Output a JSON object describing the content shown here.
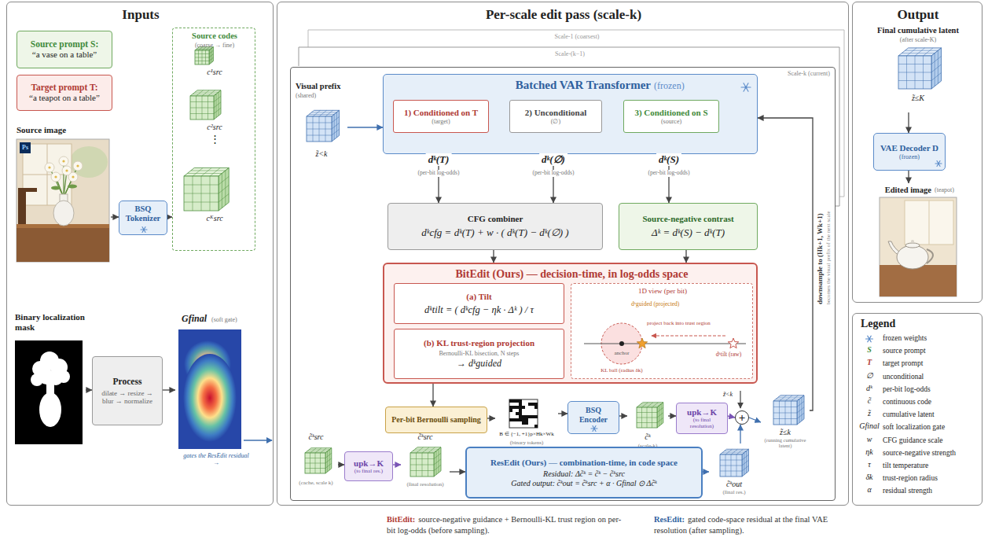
{
  "diagram": {
    "nodes": [
      {
        "text": [
          "Inputs"
        ]
      },
      {
        "text": [
          "Source prompt S:",
          "“a vase on a table”"
        ],
        "in": 0
      },
      {
        "text": [
          "Target prompt T:",
          "“a teapot on a table”"
        ],
        "in": 0
      },
      {
        "text": [
          "Source image",
          "Ps"
        ],
        "in": 0
      },
      {
        "text": [
          "BSQ Tokenizer"
        ],
        "in": 0
      },
      {
        "text": [
          "Source codes",
          "(coarse → fine)",
          "c¹src",
          "c²src",
          "⋮",
          "cᴷsrc"
        ],
        "in": 0
      },
      {
        "text": [
          "Binary localization mask"
        ],
        "in": 0
      },
      {
        "text": [
          "Process",
          "dilate → resize → blur → normalize"
        ],
        "in": 0
      },
      {
        "text": [
          "Gfinal",
          "(soft gate)",
          "gates the ResEdit residual →"
        ],
        "in": 0
      },
      {
        "text": [
          "Per-scale edit pass (scale-k)"
        ]
      },
      {
        "text": [
          "Scale-1 (coarsest)"
        ],
        "in": 9
      },
      {
        "text": [
          "Scale-(k−1)"
        ],
        "in": 9
      },
      {
        "text": [
          "Scale-k (current)"
        ],
        "in": 9
      },
      {
        "text": [
          "Visual prefix",
          "(shared)",
          "z̃<k"
        ],
        "in": 12
      },
      {
        "text": [
          "Batched VAR Transformer",
          "(frozen)"
        ],
        "in": 12
      },
      {
        "text": [
          "1) Conditioned on T",
          "(target)"
        ],
        "in": 14
      },
      {
        "text": [
          "2) Unconditional",
          "(∅)"
        ],
        "in": 14
      },
      {
        "text": [
          "3) Conditioned on S",
          "(source)"
        ],
        "in": 14
      },
      {
        "text": [
          "CFG combiner",
          "dᵏcfg = dᵏ(T) + w · ( dᵏ(T) − dᵏ(∅) )"
        ],
        "in": 12
      },
      {
        "text": [
          "Source-negative contrast",
          "Δᵏ = dᵏ(S) − dᵏ(T)"
        ],
        "in": 12
      },
      {
        "text": [
          "BitEdit (Ours) — decision-time, in log-odds space"
        ],
        "in": 12
      },
      {
        "text": [
          "(a) Tilt",
          "dᵏtilt = ( dᵏcfg − ηk · Δᵏ ) / τ"
        ],
        "in": 20
      },
      {
        "text": [
          "(b) KL trust-region projection",
          "Bernoulli-KL bisection, N steps",
          "→ dᵏguided"
        ],
        "in": 20
      },
      {
        "text": [
          "1D view (per bit)",
          "dᵏguided (projected)",
          "project back into trust region",
          "dᵏtilt (raw)",
          "anchor",
          "KL ball (radius δk)"
        ],
        "in": 20
      },
      {
        "text": [
          "Per-bit Bernoulli sampling"
        ],
        "in": 12
      },
      {
        "text": [
          "B ∈ {−1, +1}p×Hk×Wk",
          "(binary tokens)"
        ],
        "in": 12
      },
      {
        "text": [
          "BSQ Encoder"
        ],
        "in": 12
      },
      {
        "text": [
          "c̃ᵏ",
          "(scale-k)"
        ],
        "in": 12
      },
      {
        "text": [
          "upk→K",
          "(to final resolution)"
        ],
        "in": 12
      },
      {
        "text": [
          "+"
        ],
        "in": 12
      },
      {
        "text": [
          "z̃≤k",
          "(running cumulative latent)"
        ],
        "in": 12
      },
      {
        "text": [
          "c̃ᵏsrc",
          "(cache, scale k)"
        ],
        "in": 12
      },
      {
        "text": [
          "upk→K",
          "(to final res.)"
        ],
        "in": 12
      },
      {
        "text": [
          "c̃ᵏsrc",
          "(final resolution)"
        ],
        "in": 12
      },
      {
        "text": [
          "ResEdit (Ours) — combination-time, in code space",
          "Residual: Δc̃ᵏ = c̃ᵏ − c̃ᵏsrc",
          "Gated output: c̃ᵏout = c̃ᵏsrc + α · Gfinal ⊙ Δc̃ᵏ"
        ],
        "in": 12
      },
      {
        "text": [
          "c̃ᵏout",
          "(final res.)"
        ],
        "in": 12
      },
      {
        "text": [
          "Output"
        ]
      },
      {
        "text": [
          "Final cumulative latent",
          "(after scale-K)",
          "z̃≤K"
        ],
        "in": 36
      },
      {
        "text": [
          "VAE Decoder D",
          "(frozen)"
        ],
        "in": 36
      },
      {
        "text": [
          "Edited image",
          "(teapot)"
        ],
        "in": 36
      },
      {
        "text": [
          "Legend"
        ]
      }
    ],
    "edges": [
      {
        "from": 3,
        "to": 4,
        "arrow": "to"
      },
      {
        "from": 4,
        "to": 5,
        "arrow": "to"
      },
      {
        "from": 6,
        "to": 7,
        "arrow": "to"
      },
      {
        "from": 7,
        "to": 8,
        "arrow": "to"
      },
      {
        "from": 13,
        "to": 14,
        "arrow": "to"
      },
      {
        "from": 15,
        "to": 18,
        "label": "dᵏ(T)",
        "arrow": "to"
      },
      {
        "from": 16,
        "to": 18,
        "label": "dᵏ(∅)",
        "arrow": "to"
      },
      {
        "from": 17,
        "to": 19,
        "label": "dᵏ(S)",
        "arrow": "to"
      },
      {
        "from": 18,
        "to": 20,
        "arrow": "to"
      },
      {
        "from": 19,
        "to": 20,
        "arrow": "to"
      },
      {
        "from": 20,
        "to": 24,
        "arrow": "to"
      },
      {
        "from": 24,
        "to": 25,
        "arrow": "to"
      },
      {
        "from": 25,
        "to": 26,
        "arrow": "to"
      },
      {
        "from": 26,
        "to": 27,
        "arrow": "to"
      },
      {
        "from": 27,
        "to": 28,
        "arrow": "to"
      },
      {
        "from": 28,
        "to": 29,
        "arrow": "to"
      },
      {
        "from": 29,
        "to": 30,
        "arrow": "to"
      },
      {
        "from": 31,
        "to": 32,
        "arrow": "to"
      },
      {
        "from": 32,
        "to": 33,
        "arrow": "to"
      },
      {
        "from": 33,
        "to": 34,
        "arrow": "to"
      },
      {
        "from": 34,
        "to": 35,
        "arrow": "to"
      },
      {
        "from": 35,
        "to": 29,
        "arrow": "to"
      },
      {
        "from": 30,
        "to": 14,
        "arrow": "to"
      },
      {
        "from": 37,
        "to": 38,
        "arrow": "to"
      },
      {
        "from": 38,
        "to": 39,
        "arrow": "to"
      }
    ],
    "labels": [
      "(per-bit log-odds)",
      "(per-bit log-odds)",
      "(per-bit log-odds)",
      "downsample to (Hk+1, Wk+1)",
      "becomes the visual prefix of the next scale",
      "z̃<k",
      "BitEdit:",
      "source-negative guidance + Bernoulli-KL trust region on per-bit log-odds (before sampling).",
      "ResEdit:",
      "gated code-space residual at the final VAE resolution (after sampling).",
      "S",
      "T",
      "∅",
      "dᵏ",
      "c̃",
      "z̃",
      "Gfinal",
      "w",
      "ηk",
      "τ",
      "δk",
      "α"
    ],
    "legend": [
      {
        "text": "frozen weights"
      },
      {
        "text": "source prompt"
      },
      {
        "text": "target prompt"
      },
      {
        "text": "unconditional"
      },
      {
        "text": "per-bit log-odds"
      },
      {
        "text": "continuous code"
      },
      {
        "text": "cumulative latent"
      },
      {
        "text": "soft localization gate"
      },
      {
        "text": "CFG guidance scale"
      },
      {
        "text": "source-negative strength"
      },
      {
        "text": "tilt temperature"
      },
      {
        "text": "trust-region radius"
      },
      {
        "text": "residual strength"
      }
    ]
  }
}
